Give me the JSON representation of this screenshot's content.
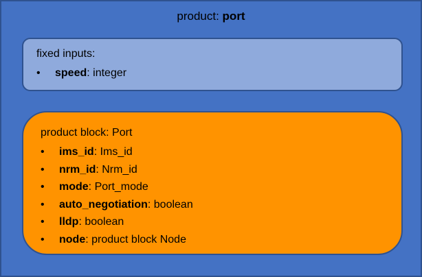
{
  "product": {
    "label": "product: ",
    "name": "port"
  },
  "fixed_inputs": {
    "heading": "fixed inputs:",
    "items": [
      {
        "name": "speed",
        "type": ": integer"
      }
    ]
  },
  "product_block": {
    "heading": "product block: Port",
    "items": [
      {
        "name": "ims_id",
        "type": ": Ims_id"
      },
      {
        "name": "nrm_id",
        "type": ": Nrm_id"
      },
      {
        "name": "mode",
        "type": ": Port_mode"
      },
      {
        "name": "auto_negotiation",
        "type": ":  boolean"
      },
      {
        "name": "lldp",
        "type": ": boolean"
      },
      {
        "name": "node",
        "type": ": product block Node"
      }
    ]
  },
  "colors": {
    "outer": "#4472c4",
    "fixed_inputs_box": "#8faadc",
    "product_block_box": "#ff9300",
    "border": "#2f528f"
  }
}
